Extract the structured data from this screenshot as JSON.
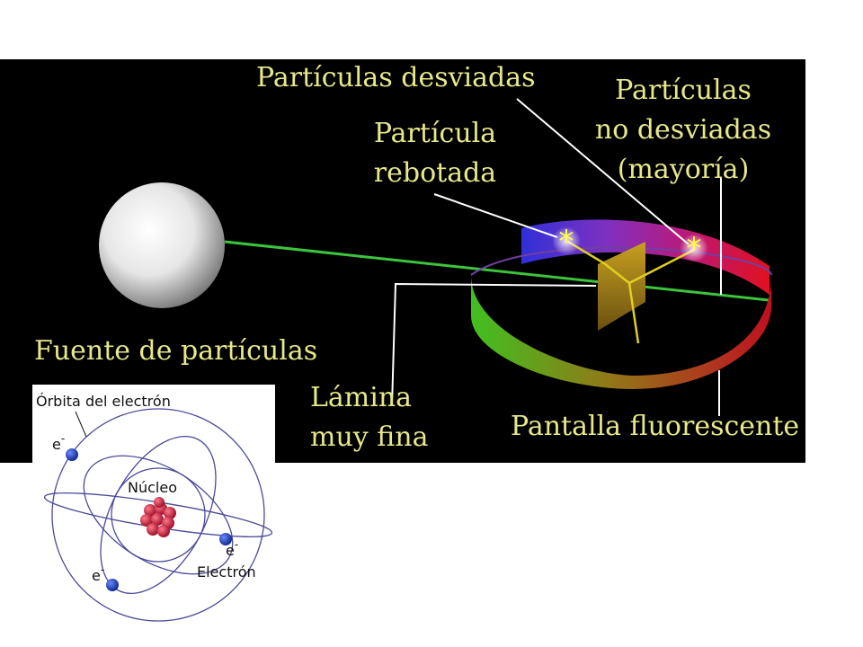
{
  "rutherford_experiment": {
    "labels": {
      "deflected": "Partículas desviadas",
      "undeflected_line1": "Partículas",
      "undeflected_line2": "no desviadas",
      "undeflected_line3": "(mayoría)",
      "rebound_line1": "Partícula",
      "rebound_line2": "rebotada",
      "source": "Fuente de partículas",
      "foil_line1": "Lámina",
      "foil_line2": "muy fina",
      "screen": "Pantalla fluorescente"
    },
    "colors": {
      "background": "#000000",
      "label": "#e8e88a",
      "beam": "#3cc43c",
      "foil": "#b8901a",
      "spark": "#ffff40"
    }
  },
  "atom_model": {
    "labels": {
      "orbit": "Órbita del electrón",
      "nucleus": "Núcleo",
      "electron": "Electrón",
      "electron_symbol": "e",
      "electron_charge": "-"
    },
    "colors": {
      "orbit": "#4a4a9a",
      "electron": "#1a3aa8",
      "nucleus": "#c8203a"
    }
  }
}
